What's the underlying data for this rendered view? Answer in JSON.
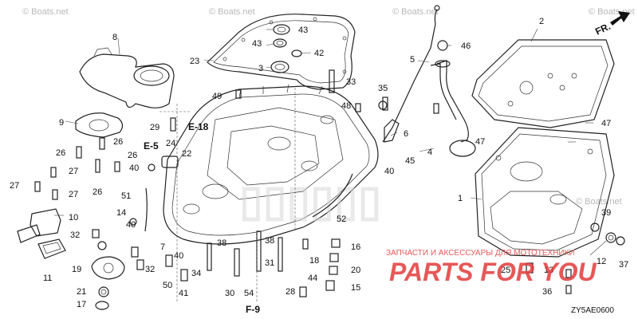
{
  "watermarks": {
    "top_left": "© Boats.net",
    "top_mid": "© Boats.net",
    "top_center": "© Boats.net",
    "top_right": "© Boats.net",
    "right_edge": "© Boats.net"
  },
  "section_refs": {
    "e18": "E-18",
    "e5": "E-5",
    "f9": "F-9"
  },
  "direction": "FR.",
  "diagram_code": "ZY5AE0600",
  "shop_tagline": "ЗАПЧАСТИ И АКСЕССУАРЫ ДЛЯ МОТОТЕХНИКИ",
  "shop_brand": "PARTS FOR YOU",
  "callouts": [
    "1",
    "2",
    "3",
    "5",
    "6",
    "7",
    "8",
    "9",
    "10",
    "11",
    "12",
    "13",
    "14",
    "15",
    "16",
    "17",
    "18",
    "19",
    "20",
    "21",
    "22",
    "23",
    "24",
    "25",
    "26",
    "27",
    "28",
    "29",
    "30",
    "31",
    "32",
    "33",
    "34",
    "35",
    "36",
    "37",
    "38",
    "39",
    "40",
    "41",
    "42",
    "43",
    "44",
    "45",
    "46",
    "47",
    "48",
    "49",
    "50",
    "51",
    "52",
    "54",
    "4"
  ]
}
